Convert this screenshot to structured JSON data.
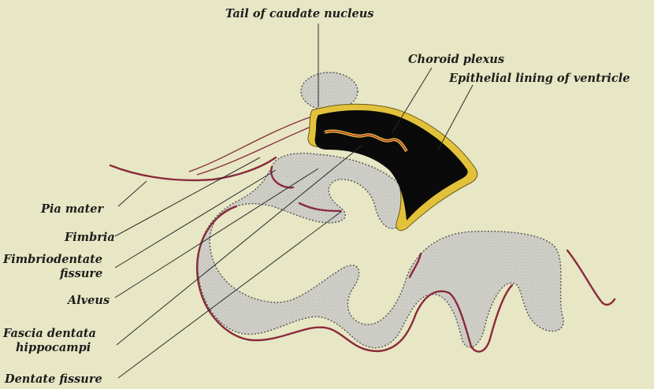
{
  "labels": {
    "tail_caudate": "Tail of caudate nucleus",
    "choroid_plexus": "Choroid plexus",
    "epithelial": "Epithelial lining of ventricle",
    "pia_mater": "Pia mater",
    "fimbria": "Fimbria",
    "fimbriodentate_1": "Fimbriodentate",
    "fimbriodentate_2": "fissure",
    "alveus": "Alveus",
    "fascia_1": "Fascia dentata",
    "fascia_2": "hippocampi",
    "dentate_fissure": "Dentate fissure"
  },
  "colors": {
    "background": "#e7e6c5",
    "pia": "#8a2a3a",
    "ventricle": "#0a0a0a",
    "epithelium": "#e2c23a",
    "stipple_fill": "#cfcfc8"
  }
}
